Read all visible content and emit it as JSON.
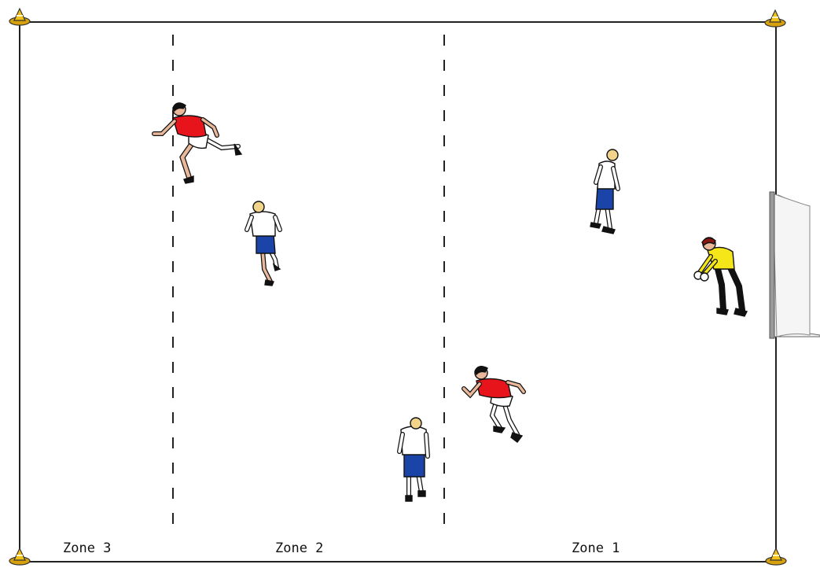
{
  "zones": [
    {
      "label": "Zone 3"
    },
    {
      "label": "Zone 2"
    },
    {
      "label": "Zone 1"
    }
  ],
  "colors": {
    "attacker_shirt": "#e8141b",
    "attacker_shorts": "#ffffff",
    "defender_shirt": "#ffffff",
    "defender_shorts": "#1b44a8",
    "goalkeeper_shirt": "#f5e61a",
    "goalkeeper_pants": "#111111",
    "cone": "#f2c21a",
    "field_line": "#222222",
    "goal_net": "#f4f4f4"
  },
  "players": [
    {
      "role": "attacker",
      "team": "red"
    },
    {
      "role": "attacker",
      "team": "red"
    },
    {
      "role": "defender",
      "team": "white"
    },
    {
      "role": "defender",
      "team": "white"
    },
    {
      "role": "defender",
      "team": "white"
    },
    {
      "role": "goalkeeper",
      "team": "yellow"
    }
  ]
}
